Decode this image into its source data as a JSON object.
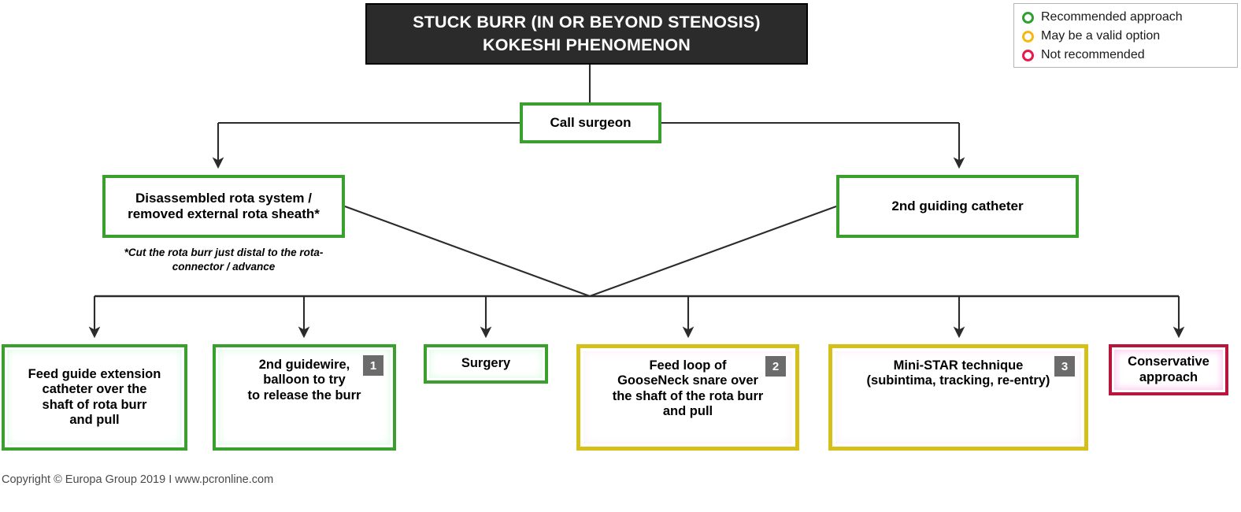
{
  "header": {
    "line1": "STUCK BURR (IN OR BEYOND STENOSIS)",
    "line2": "KOKESHI PHENOMENON",
    "bg": "#2b2b2b",
    "fg": "#ffffff"
  },
  "legend": {
    "items": [
      {
        "label": "Recommended approach",
        "color": "#2ea032",
        "icon": "circle-outline-icon"
      },
      {
        "label": "May be a valid option",
        "color": "#f5b714",
        "icon": "circle-outline-icon"
      },
      {
        "label": "Not recommended",
        "color": "#e8194b",
        "icon": "circle-outline-icon"
      }
    ]
  },
  "nodes": {
    "call_surgeon": {
      "label": "Call surgeon",
      "status": "recommended"
    },
    "disassembled": {
      "line1": "Disassembled rota system /",
      "line2": "removed external rota sheath*",
      "status": "recommended"
    },
    "guiding_catheter": {
      "label": "2nd guiding catheter",
      "status": "recommended"
    },
    "footnote": {
      "line1": "*Cut the rota burr just distal",
      "line2": "to the rota-connector / advance"
    }
  },
  "options": [
    {
      "id": "feed-guide-extension-catheter",
      "lines": [
        "Feed guide extension",
        "catheter over the",
        "shaft of rota burr",
        "and pull"
      ],
      "status": "recommended",
      "badge": null
    },
    {
      "id": "second-guidewire-balloon",
      "lines": [
        "2nd guidewire,",
        "balloon to try",
        "to release the burr"
      ],
      "status": "recommended",
      "badge": "1"
    },
    {
      "id": "surgery",
      "lines": [
        "Surgery"
      ],
      "status": "recommended",
      "badge": null
    },
    {
      "id": "gooseneck-snare",
      "lines": [
        "Feed loop of",
        "GooseNeck snare over",
        "the shaft of the rota burr",
        "and pull"
      ],
      "status": "valid-option",
      "badge": "2"
    },
    {
      "id": "mini-star-technique",
      "lines": [
        "Mini-STAR technique",
        "(subintima, tracking, re-entry)"
      ],
      "status": "valid-option",
      "badge": "3"
    },
    {
      "id": "conservative-approach",
      "lines": [
        "Conservative",
        "approach"
      ],
      "status": "not-recommended",
      "badge": null
    }
  ],
  "colors": {
    "recommended": "#3aa02d",
    "valid_option": "#d4c019",
    "not_recommended": "#b8143c",
    "connector": "#2b2b2b",
    "badge_bg": "#6b6b6b"
  },
  "footer": {
    "copyright": "Copyright © Europa Group 2019 I www.pcronline.com"
  }
}
